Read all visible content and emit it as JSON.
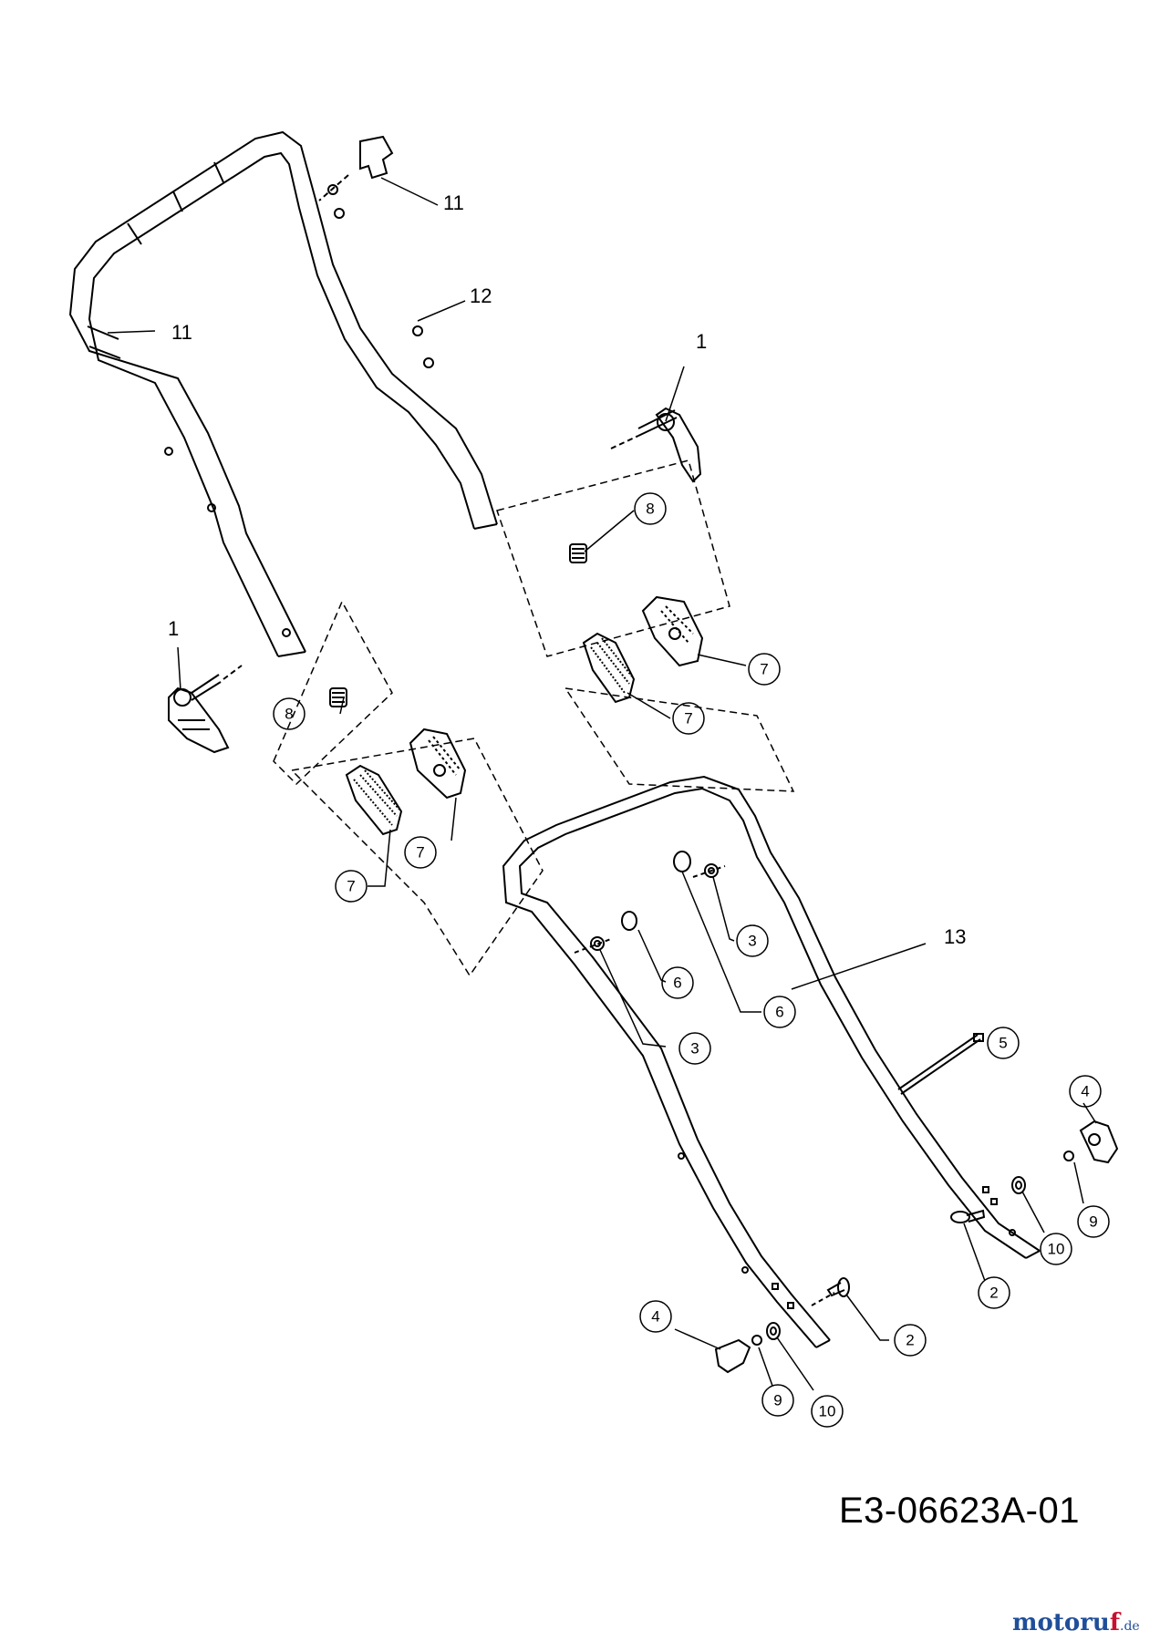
{
  "callouts": {
    "upper_handle_grip": "11",
    "upper_handle_label": "11",
    "upper_handle": "12",
    "lever_right": "1",
    "lever_left": "1",
    "insert_right": "8",
    "insert_left": "8",
    "knob_right_back": "7",
    "knob_right_front": "7",
    "knob_left_back": "7",
    "knob_left_front": "7",
    "lower_handle": "13",
    "nut_upper": "3",
    "nut_lower": "3",
    "bushing_upper": "6",
    "bushing_lower": "6",
    "cable_tie": "5",
    "wing_knob_right": "4",
    "wing_knob_left": "4",
    "washer_right": "9",
    "washer_left": "9",
    "spacer_right": "10",
    "spacer_left": "10",
    "bolt_right": "2",
    "bolt_left": "2"
  },
  "drawing_code": "E3-06623A-01",
  "watermark": {
    "brand_main": "motoru",
    "brand_accent": "f",
    "brand_tld": ".de"
  }
}
